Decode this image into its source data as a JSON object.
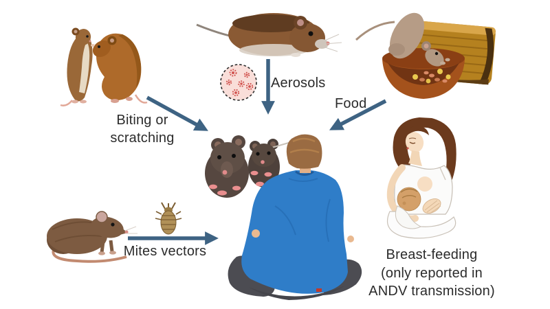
{
  "labels": {
    "biting": {
      "line1": "Biting or",
      "line2": "scratching"
    },
    "aerosols": "Aerosols",
    "food": "Food",
    "mites": "Mites vectors",
    "breastfeeding": {
      "line1": "Breast-feeding",
      "line2": "(only reported in",
      "line3": "ANDV transmission)"
    }
  },
  "colors": {
    "background": "#ffffff",
    "arrow": "#3e6383",
    "text": "#2b2b2b",
    "aerosol_circle_fill": "#f9ded9",
    "virus_particle": "#d1524e",
    "man_shirt": "#2f7dc8",
    "man_pants": "#4c4c52"
  },
  "icons": {
    "aerosol": "aerosol-virus-circle-icon",
    "mite": "mite-icon",
    "fighting_mice": "fighting-mice-image",
    "wood_mouse": "wood-mouse-image",
    "mouse_feeding_bowl": "mouse-feeding-bowl-image",
    "dark_mice": "dark-mice-image",
    "sitting_man": "sitting-man-image",
    "rat": "rat-image",
    "breastfeeding_mother": "breastfeeding-mother-image"
  }
}
